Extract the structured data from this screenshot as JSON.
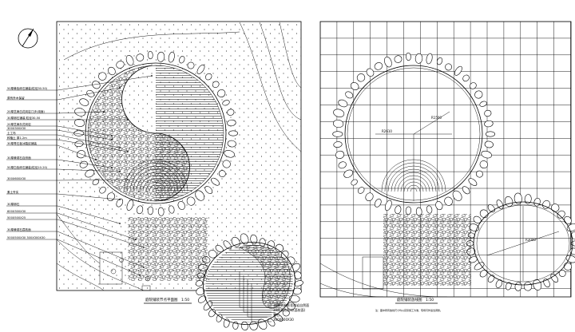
{
  "colors": {
    "ink": "#000000",
    "paper": "#ffffff"
  },
  "left_plan": {
    "title": "庭院铺装节点平面图",
    "scale": "1:50",
    "callouts": [
      "50厚黄色碎石铺装(粒径30-50)",
      "原有乔木保留",
      "20厚芝麻白花岗岩汀步(烧面)",
      "30厚卵石铺装 粒径30-50",
      "20厚芝麻灰花岗岩",
      "300X300X30",
      "土工布",
      "种植土 厚1.2m",
      "30厚青石板冰裂纹铺装",
      "30厚黄锈石自然面",
      "50厚白色碎石铺装(粒径10-20)",
      "300X600X30",
      "素土夯实",
      "30厚卵石",
      "600X300X30",
      "500X500X25",
      "30厚黄锈石荔枝面",
      "500X500X30 300X300X30"
    ],
    "bottom_callouts": [
      "30厚芝麻灰花岗岩自然面",
      "30厚黄色石材(荔枝面)",
      "景石",
      "300X600X30"
    ]
  },
  "right_plan": {
    "title": "庭院铺装放线图",
    "scale": "1:50",
    "note": "注：图中所有放线尺寸均以实际施工为准，现场可作适当调整。",
    "dims": [
      "R2610",
      "R1500",
      "R3000"
    ]
  }
}
